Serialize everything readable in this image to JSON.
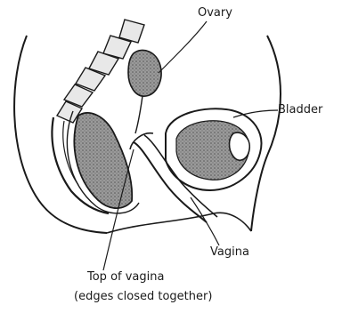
{
  "labels": {
    "ovary": "Ovary",
    "bladder": "Bladder",
    "vagina": "Vagina",
    "top_of_vagina": "Top of vagina",
    "top_of_vagina_note": "(edges closed together)"
  },
  "colors": {
    "ink": "#1a1a1a",
    "tissue_shade": "#8a8a8a",
    "background": "#ffffff"
  }
}
